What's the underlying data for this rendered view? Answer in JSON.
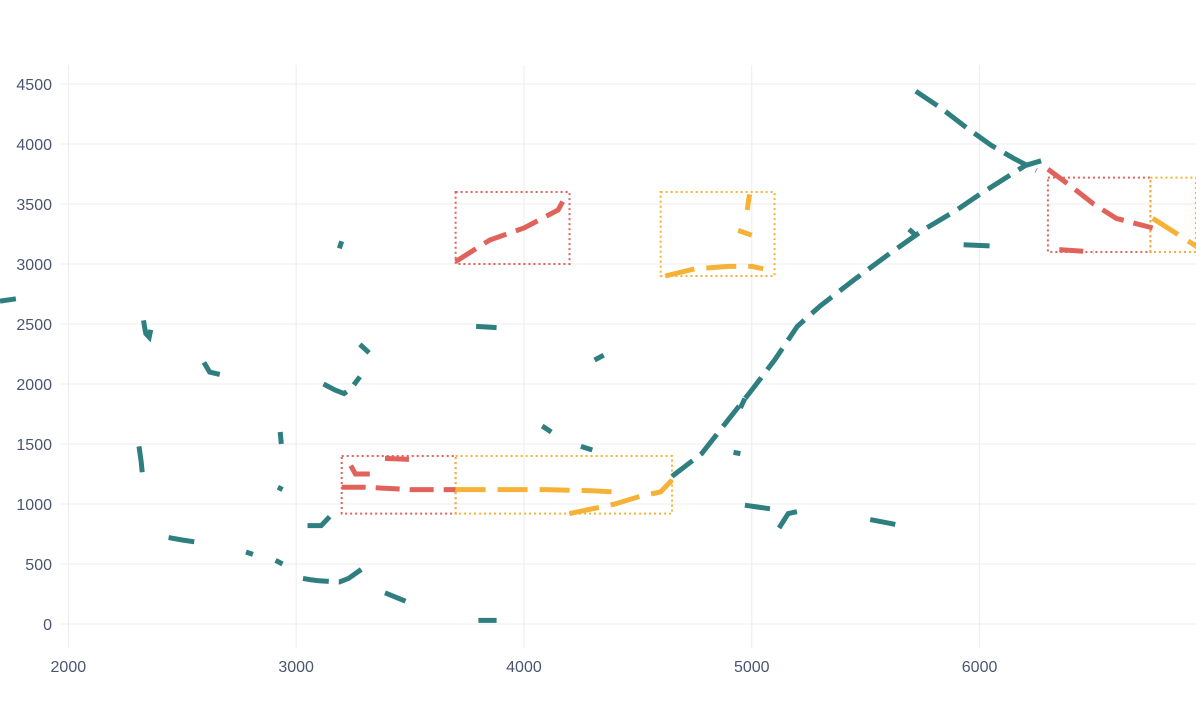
{
  "chart_data": {
    "type": "line",
    "title": "",
    "xlabel": "",
    "ylabel": "",
    "xlim": [
      1700,
      6950
    ],
    "ylim": [
      -200,
      4700
    ],
    "x_ticks": [
      2000,
      3000,
      4000,
      5000,
      6000
    ],
    "x_tick_labels": [
      "2000",
      "3000",
      "4000",
      "5000",
      "6000"
    ],
    "y_ticks": [
      0,
      500,
      1000,
      1500,
      2000,
      2500,
      3000,
      3500,
      4000,
      4500
    ],
    "y_tick_labels": [
      "0",
      "500",
      "1000",
      "1500",
      "2000",
      "2500",
      "3000",
      "3500",
      "4000",
      "4500"
    ],
    "grid": true,
    "legend": "none",
    "colors": {
      "teal": "#2f7f80",
      "red": "#e0625b",
      "orange": "#f5b236",
      "grid": "#ececec",
      "tick_text": "#4a5670"
    },
    "series": [
      {
        "color": "teal",
        "points": [
          [
            1700,
            2690
          ],
          [
            1770,
            2710
          ]
        ]
      },
      {
        "color": "teal",
        "points": [
          [
            2330,
            2530
          ],
          [
            2335,
            2470
          ],
          [
            2340,
            2420
          ],
          [
            2355,
            2390
          ],
          [
            2365,
            2480
          ]
        ]
      },
      {
        "color": "teal",
        "points": [
          [
            2310,
            1480
          ],
          [
            2320,
            1350
          ],
          [
            2325,
            1250
          ]
        ]
      },
      {
        "color": "teal",
        "points": [
          [
            2595,
            2180
          ],
          [
            2620,
            2100
          ],
          [
            2665,
            2080
          ]
        ]
      },
      {
        "color": "teal",
        "points": [
          [
            2440,
            720
          ],
          [
            2500,
            700
          ],
          [
            2570,
            680
          ]
        ]
      },
      {
        "color": "teal",
        "points": [
          [
            2780,
            600
          ],
          [
            2810,
            580
          ]
        ]
      },
      {
        "color": "teal",
        "points": [
          [
            2910,
            530
          ],
          [
            2940,
            500
          ]
        ]
      },
      {
        "color": "teal",
        "points": [
          [
            2930,
            1600
          ],
          [
            2935,
            1500
          ]
        ]
      },
      {
        "color": "teal",
        "points": [
          [
            2920,
            1140
          ],
          [
            2940,
            1120
          ]
        ]
      },
      {
        "color": "teal",
        "points": [
          [
            3030,
            380
          ],
          [
            3060,
            370
          ],
          [
            3100,
            360
          ],
          [
            3190,
            350
          ],
          [
            3230,
            380
          ],
          [
            3320,
            500
          ]
        ]
      },
      {
        "color": "teal",
        "points": [
          [
            3050,
            820
          ],
          [
            3110,
            820
          ],
          [
            3150,
            900
          ],
          [
            3160,
            960
          ]
        ]
      },
      {
        "color": "teal",
        "points": [
          [
            3190,
            3130
          ],
          [
            3200,
            3190
          ]
        ]
      },
      {
        "color": "teal",
        "points": [
          [
            3120,
            2000
          ],
          [
            3170,
            1950
          ],
          [
            3210,
            1920
          ],
          [
            3240,
            1960
          ],
          [
            3280,
            2060
          ]
        ]
      },
      {
        "color": "teal",
        "points": [
          [
            3280,
            2330
          ],
          [
            3320,
            2260
          ]
        ]
      },
      {
        "color": "teal",
        "points": [
          [
            3390,
            260
          ],
          [
            3480,
            190
          ]
        ]
      },
      {
        "color": "teal",
        "points": [
          [
            3790,
            2480
          ],
          [
            3880,
            2470
          ]
        ]
      },
      {
        "color": "teal",
        "points": [
          [
            3800,
            30
          ],
          [
            3880,
            30
          ]
        ]
      },
      {
        "color": "teal",
        "points": [
          [
            4080,
            1650
          ],
          [
            4120,
            1600
          ]
        ]
      },
      {
        "color": "teal",
        "points": [
          [
            4250,
            1480
          ],
          [
            4300,
            1450
          ]
        ]
      },
      {
        "color": "teal",
        "points": [
          [
            4310,
            2200
          ],
          [
            4350,
            2240
          ]
        ]
      },
      {
        "color": "teal",
        "points": [
          [
            4650,
            1230
          ],
          [
            4780,
            1420
          ],
          [
            4900,
            1710
          ],
          [
            5000,
            1950
          ],
          [
            5100,
            2200
          ],
          [
            5200,
            2480
          ],
          [
            5300,
            2650
          ],
          [
            5450,
            2870
          ],
          [
            5600,
            3080
          ],
          [
            5750,
            3280
          ],
          [
            5900,
            3450
          ],
          [
            6000,
            3580
          ],
          [
            6100,
            3700
          ],
          [
            6200,
            3820
          ],
          [
            6270,
            3860
          ]
        ]
      },
      {
        "color": "teal",
        "points": [
          [
            5720,
            4440
          ],
          [
            5830,
            4300
          ],
          [
            5940,
            4140
          ],
          [
            6050,
            3990
          ],
          [
            6150,
            3880
          ],
          [
            6250,
            3780
          ]
        ]
      },
      {
        "color": "teal",
        "points": [
          [
            5690,
            3290
          ],
          [
            5720,
            3240
          ]
        ]
      },
      {
        "color": "teal",
        "points": [
          [
            5930,
            3160
          ],
          [
            6060,
            3150
          ]
        ]
      },
      {
        "color": "teal",
        "points": [
          [
            4920,
            1430
          ],
          [
            4950,
            1420
          ]
        ]
      },
      {
        "color": "teal",
        "points": [
          [
            4950,
            1800
          ],
          [
            4970,
            1880
          ]
        ]
      },
      {
        "color": "teal",
        "points": [
          [
            4970,
            990
          ],
          [
            5080,
            960
          ]
        ]
      },
      {
        "color": "teal",
        "points": [
          [
            5120,
            800
          ],
          [
            5160,
            920
          ],
          [
            5230,
            950
          ]
        ]
      },
      {
        "color": "teal",
        "points": [
          [
            5520,
            870
          ],
          [
            5630,
            830
          ]
        ]
      },
      {
        "color": "red",
        "points": [
          [
            3200,
            1140
          ],
          [
            3300,
            1140
          ],
          [
            3400,
            1130
          ],
          [
            3500,
            1120
          ],
          [
            3700,
            1120
          ]
        ]
      },
      {
        "color": "red",
        "points": [
          [
            3240,
            1320
          ],
          [
            3260,
            1250
          ],
          [
            3340,
            1250
          ]
        ]
      },
      {
        "color": "red",
        "points": [
          [
            3390,
            1380
          ],
          [
            3520,
            1370
          ]
        ]
      },
      {
        "color": "red",
        "points": [
          [
            3700,
            3020
          ],
          [
            3850,
            3200
          ],
          [
            4000,
            3300
          ],
          [
            4150,
            3450
          ],
          [
            4170,
            3520
          ]
        ]
      },
      {
        "color": "red",
        "points": [
          [
            6300,
            3790
          ],
          [
            6400,
            3650
          ],
          [
            6500,
            3500
          ],
          [
            6600,
            3380
          ],
          [
            6760,
            3300
          ]
        ]
      },
      {
        "color": "red",
        "points": [
          [
            6350,
            3120
          ],
          [
            6500,
            3100
          ]
        ]
      },
      {
        "color": "orange",
        "points": [
          [
            3700,
            1120
          ],
          [
            3900,
            1120
          ],
          [
            4100,
            1120
          ],
          [
            4300,
            1110
          ],
          [
            4400,
            1100
          ]
        ]
      },
      {
        "color": "orange",
        "points": [
          [
            4200,
            920
          ],
          [
            4300,
            960
          ],
          [
            4400,
            1000
          ],
          [
            4520,
            1070
          ],
          [
            4600,
            1100
          ],
          [
            4650,
            1200
          ]
        ]
      },
      {
        "color": "orange",
        "points": [
          [
            4620,
            2900
          ],
          [
            4750,
            2960
          ],
          [
            4900,
            2980
          ],
          [
            5000,
            2980
          ],
          [
            5050,
            2960
          ]
        ]
      },
      {
        "color": "orange",
        "points": [
          [
            4940,
            3280
          ],
          [
            5000,
            3240
          ]
        ]
      },
      {
        "color": "orange",
        "points": [
          [
            4980,
            3450
          ],
          [
            4990,
            3580
          ]
        ]
      },
      {
        "color": "orange",
        "points": [
          [
            6760,
            3380
          ],
          [
            6950,
            3150
          ]
        ]
      }
    ],
    "highlight_boxes": [
      {
        "color": "red",
        "x_range": [
          3700,
          4200
        ],
        "y_range": [
          3000,
          3600
        ]
      },
      {
        "color": "orange",
        "x_range": [
          4600,
          5100
        ],
        "y_range": [
          2900,
          3600
        ]
      },
      {
        "color": "red",
        "x_range": [
          3200,
          3700
        ],
        "y_range": [
          920,
          1400
        ]
      },
      {
        "color": "orange",
        "x_range": [
          3700,
          4650
        ],
        "y_range": [
          920,
          1400
        ]
      },
      {
        "color": "red",
        "x_range": [
          6300,
          6750
        ],
        "y_range": [
          3100,
          3720
        ]
      },
      {
        "color": "orange",
        "x_range": [
          6750,
          7000
        ],
        "y_range": [
          3100,
          3720
        ]
      }
    ]
  }
}
